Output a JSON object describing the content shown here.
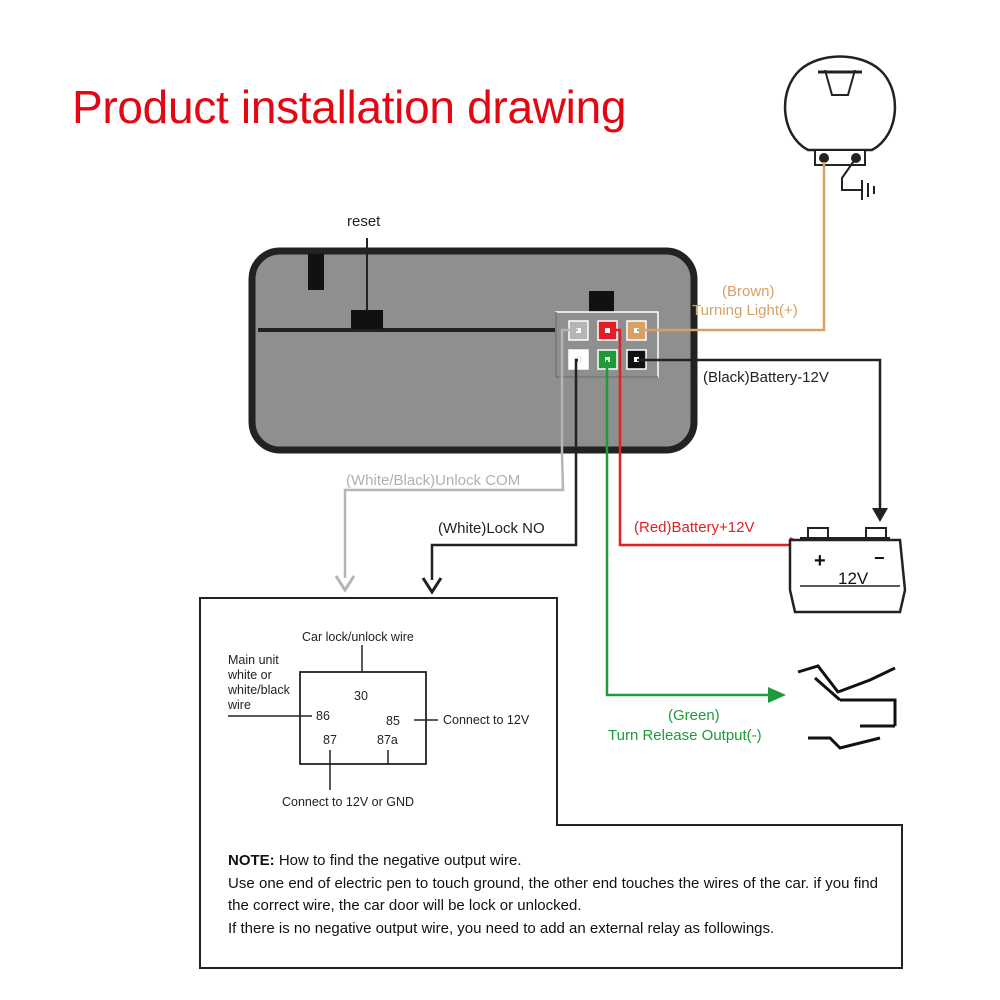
{
  "title": "Product installation drawing",
  "device": {
    "reset_label": "reset"
  },
  "wires": {
    "brown_color": "(Brown)",
    "brown_label": "Turning Light(+)",
    "black_label": "(Black)Battery-12V",
    "white_black_label": "(White/Black)Unlock COM",
    "white_label": "(White)Lock NO",
    "red_label": "(Red)Battery+12V",
    "green_color": "(Green)",
    "green_label": "Turn Release Output(-)"
  },
  "battery": {
    "label": "12V",
    "plus": "+",
    "minus": "−"
  },
  "relay": {
    "top_label": "Car lock/unlock wire",
    "left_label": [
      "Main unit",
      "white or",
      "white/black",
      "wire"
    ],
    "right_label": "Connect to 12V",
    "bottom_label": "Connect to 12V or GND",
    "pins": {
      "p30": "30",
      "p86": "86",
      "p85": "85",
      "p87": "87",
      "p87a": "87a"
    }
  },
  "note": {
    "keyword": "NOTE:",
    "line1": " How to find the negative output wire.",
    "line2": "Use one end of electric pen to touch ground, the other end touches the wires of the car. if you find the correct wire, the car door will be lock or unlocked.",
    "line3": "If there is no negative output wire, you need to add an external relay as followings."
  },
  "colors": {
    "title": "#e30613",
    "brown": "#d9a066",
    "red": "#e31e24",
    "green": "#1e9a3a",
    "gray": "#b5b5b5",
    "device": "#8f8f8f",
    "device_border": "#222222"
  },
  "icons": [
    "bulb-icon",
    "ground-icon",
    "battery-icon",
    "door-lock-icon"
  ]
}
